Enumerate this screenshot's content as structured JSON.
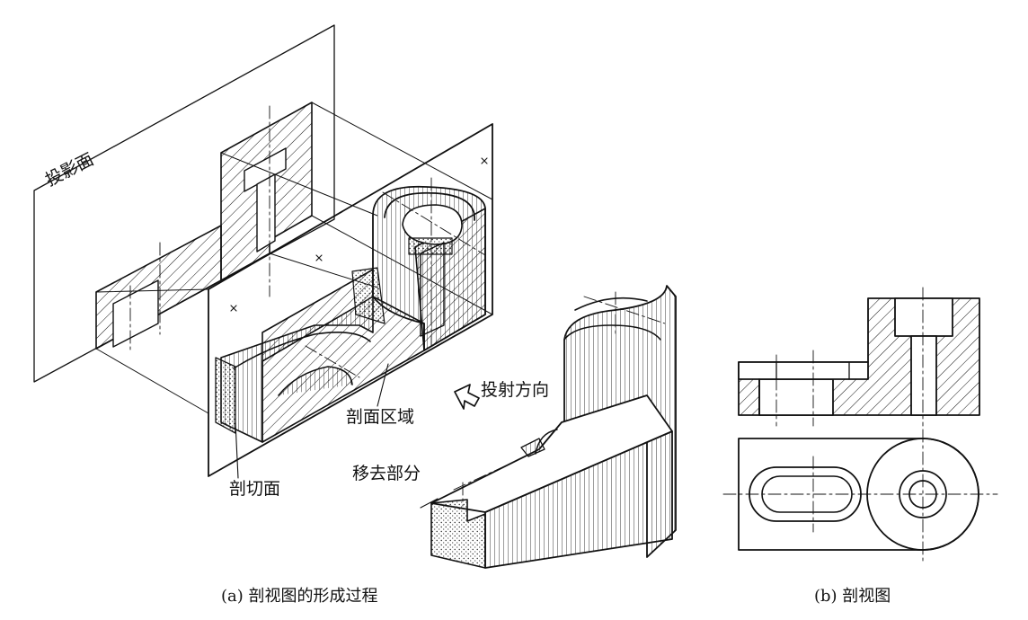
{
  "labels": {
    "projection_plane": "投影面",
    "projection_direction": "投射方向",
    "section_area": "剖面区域",
    "cutting_plane": "剖切面",
    "removed_part": "移去部分"
  },
  "captions": {
    "a": "(a) 剖视图的形成过程",
    "b": "(b) 剖视图"
  },
  "colors": {
    "ink": "#111111",
    "background": "#ffffff"
  }
}
